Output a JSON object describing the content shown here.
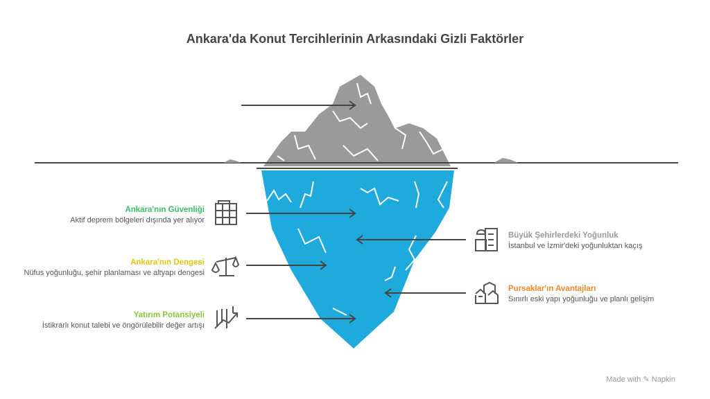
{
  "title": "Ankara'da Konut Tercihlerinin Arkasındaki Gizli Faktörler",
  "colors": {
    "ice_top": "#9a9a9a",
    "ice_under": "#1eaadc",
    "green": "#3dbf6a",
    "yellow": "#e0c515",
    "lime": "#8cc43c",
    "gray": "#9a9a9a",
    "orange": "#ef8a2c"
  },
  "left_items": [
    {
      "heading": "Ankara'nın Güvenliği",
      "description": "Aktif deprem bölgeleri dışında yer alıyor",
      "icon": "building-icon"
    },
    {
      "heading": "Ankara'nın Dengesi",
      "description": "Nüfus yoğunluğu, şehir planlaması ve altyapı dengesi",
      "icon": "scale-icon"
    },
    {
      "heading": "Yatırım Potansiyeli",
      "description": "İstikrarlı konut talebi ve öngörülebilir değer artışı",
      "icon": "growth-chart-icon"
    }
  ],
  "right_items": [
    {
      "heading": "Büyük Şehirlerdeki Yoğunluk",
      "description": "İstanbul ve İzmir'deki yoğunluktan kaçış",
      "icon": "city-icon"
    },
    {
      "heading": "Pursaklar'ın Avantajları",
      "description": "Sınırlı eski yapı yoğunluğu ve planlı gelişim",
      "icon": "houses-icon"
    }
  ],
  "footer": {
    "made_with": "Made with",
    "brand": "Napkin"
  }
}
